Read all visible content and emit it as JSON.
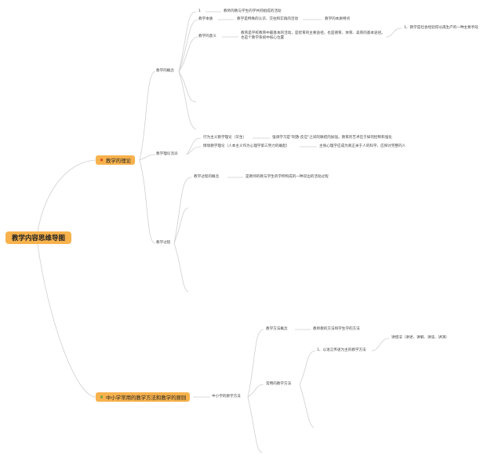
{
  "root": {
    "label": "教学内容思维导图"
  },
  "branches": [
    {
      "label": "教学的理论",
      "icon": "star-icon",
      "children": [
        {
          "label": "教学的概念",
          "items": [
            {
              "label": "1",
              "value": "教师的教与学生的学共同组成的活动"
            },
            {
              "label": "教学本质",
              "value": "教学是特殊的认识、交往和实践的活动",
              "note": "教学的本质特点"
            },
            {
              "label": "教学的意义",
              "value": "教育是学校教育中最基本的活动，是智育的主要途径，也是德育、体育、美育的基本途径。也是个教学系统中核心位置",
              "note": "1、教学是社会经验得以再生产的一种主要手段"
            }
          ]
        },
        {
          "label": "教学理论流派",
          "items": [
            {
              "label": "行为主义教学理论（华生）",
              "value": "强调学习是\"刺激-反应\"之间的联结的加强，教育的艺术在于如何控制和强化"
            },
            {
              "label": "情境教学理论（人本主义作为心理学第三势力的崛起）",
              "value": "主张心理学应成为真正关于人的科学，应探讨完整的人"
            }
          ]
        },
        {
          "label": "教学过程",
          "items": [
            {
              "label": "教学过程的概念",
              "value": "是教师的教与学生的学所构成的一种双边的活动过程"
            }
          ]
        }
      ]
    },
    {
      "label": "中小学常用的教学方法和教学的原则",
      "icon": "leaf-icon",
      "children": [
        {
          "label": "中小学的教学方法",
          "items": [
            {
              "label": "教学方法概念",
              "value": "教师教的方法和学生学的方法"
            },
            {
              "label": "常用的教学方法",
              "value": "1、以语言传递为主的教学方法",
              "note": "讲授法（讲述、讲解、讲读、讲演）"
            }
          ]
        }
      ]
    }
  ]
}
